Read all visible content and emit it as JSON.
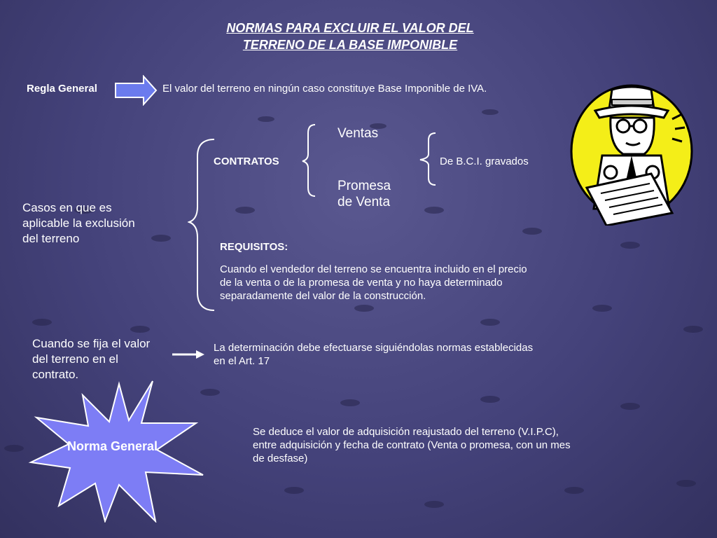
{
  "title": {
    "line1": "NORMAS PARA EXCLUIR EL VALOR DEL",
    "line2": "TERRENO DE LA BASE IMPONIBLE"
  },
  "regla": {
    "label": "Regla General",
    "text": "El valor del terreno en ningún caso constituye Base Imponible de IVA."
  },
  "casos": {
    "label_lines": [
      "Casos en que es",
      "aplicable la exclusión",
      "del terreno"
    ]
  },
  "contratos": {
    "label": "CONTRATOS",
    "option1": "Ventas",
    "option2_lines": [
      "Promesa",
      "de Venta"
    ],
    "bci": "De B.C.I. gravados"
  },
  "requisitos": {
    "label": "REQUISITOS:",
    "lines": [
      "Cuando el vendedor del terreno se encuentra incluido en el precio",
      "de la venta o de la promesa de venta y no haya determinado",
      "separadamente del valor de la construcción."
    ]
  },
  "fija": {
    "label_lines": [
      "Cuando se fija el valor",
      "del terreno en el",
      "contrato."
    ],
    "text_lines": [
      "La determinación debe efectuarse siguiéndolas normas establecidas",
      "en el Art. 17"
    ]
  },
  "norma": {
    "label": "Norma General",
    "text_lines": [
      "Se deduce el valor de adquisición reajustado del terreno (V.I.P.C),",
      "entre adquisición y fecha de contrato (Venta o promesa, con un mes",
      "de desfase)"
    ]
  },
  "colors": {
    "background": "#44427a",
    "arrow_fill": "#6b7bee",
    "star_fill": "#7d7df5",
    "clipart_yellow": "#f4ee18"
  },
  "icons": {
    "arrow": "right-arrow-icon",
    "thin_arrow": "thin-arrow-icon",
    "star": "explosion-star-shape",
    "clipart": "detective-reading-clipart"
  }
}
